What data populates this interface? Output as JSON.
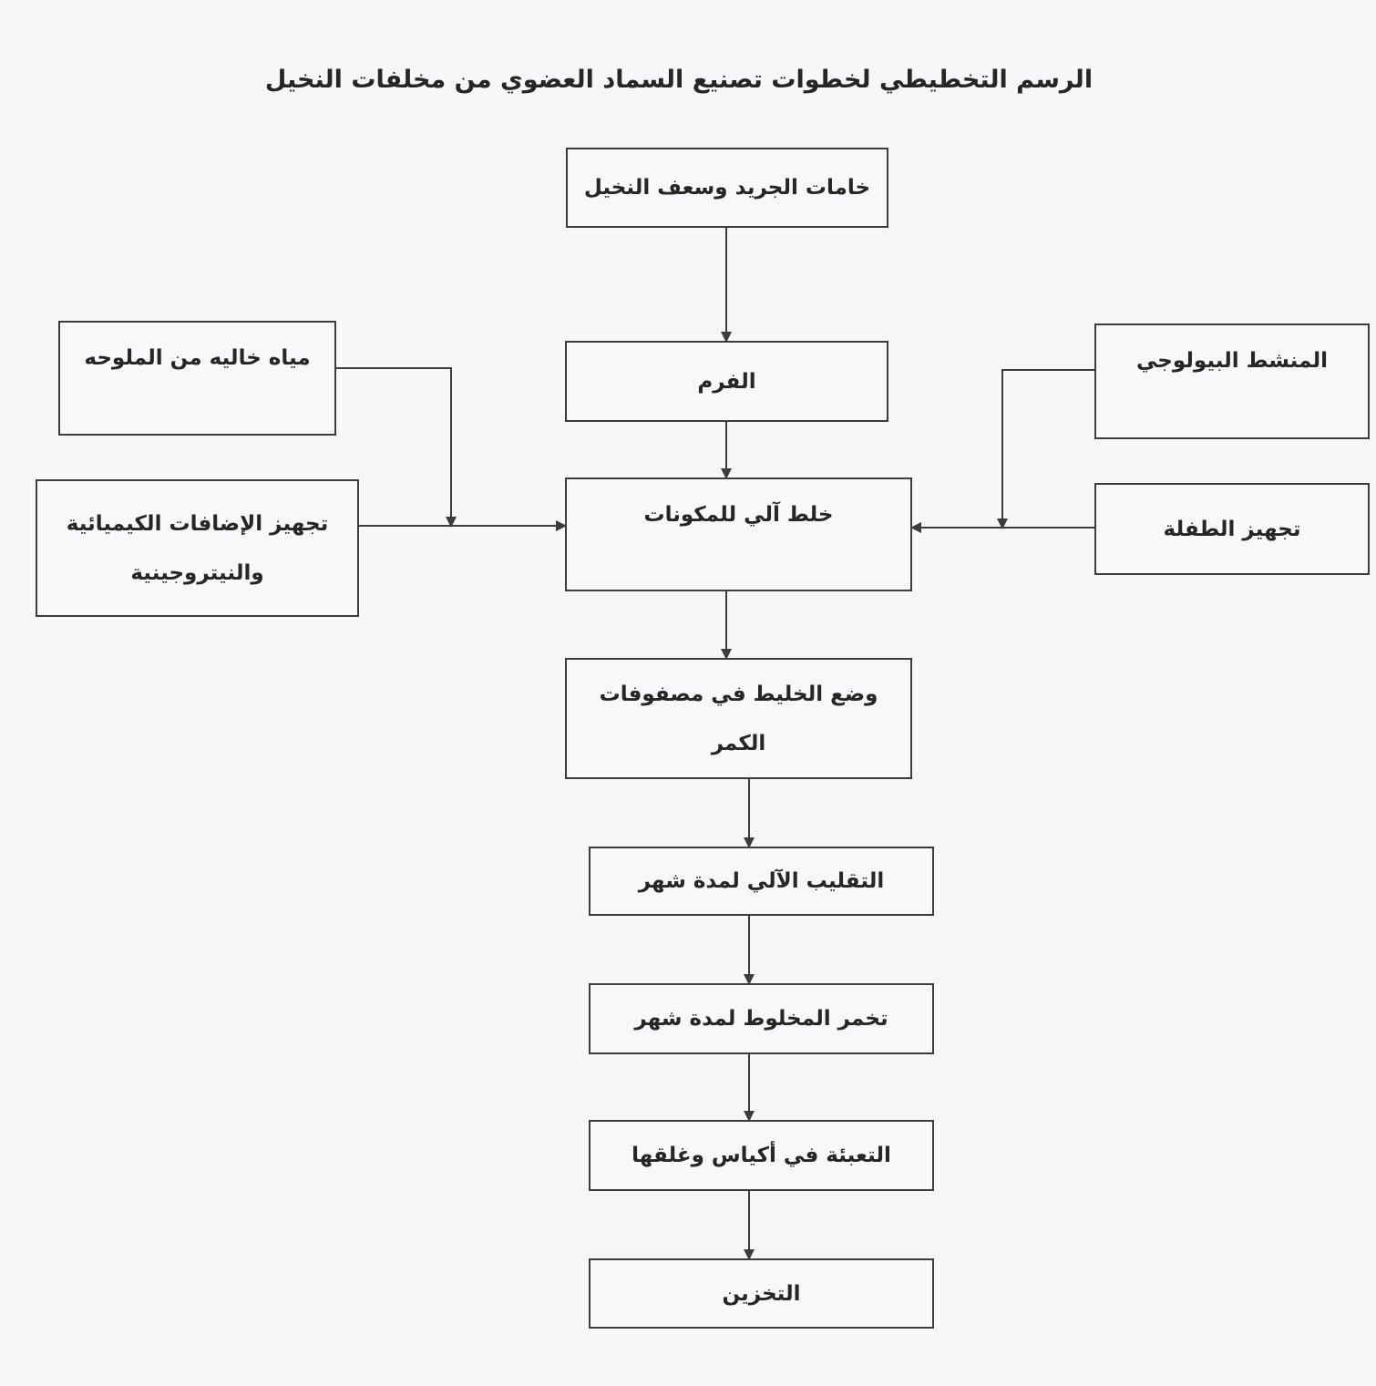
{
  "title": "الرسم التخطيطي لخطوات تصنيع السماد العضوي من مخلفات النخيل",
  "colors": {
    "line": "#3c3c3c",
    "text": "#262626",
    "paper": "#f7f7f9"
  },
  "nodes": {
    "raw_materials": "خامات الجريد وسعف النخيل",
    "grinding": "الفرم",
    "mixing": "خلط آلي للمكونات",
    "piles": "وضع الخليط في مصفوفات الكمر",
    "turning": "التقليب الآلي لمدة شهر",
    "fermentation": "تخمر المخلوط لمدة شهر",
    "packing": "التعبئة في أكياس وغلقها",
    "storage": "التخزين",
    "salt_free_water": "مياه خاليه من الملوحه",
    "chemical_additives": "تجهيز الإضافات الكيميائية والنيتروجينية",
    "biological_activator": "المنشط البيولوجي",
    "inoculum": "تجهيز الطفلة"
  },
  "edges": [
    {
      "from": "raw_materials",
      "to": "grinding"
    },
    {
      "from": "grinding",
      "to": "mixing"
    },
    {
      "from": "mixing",
      "to": "piles"
    },
    {
      "from": "piles",
      "to": "turning"
    },
    {
      "from": "turning",
      "to": "fermentation"
    },
    {
      "from": "fermentation",
      "to": "packing"
    },
    {
      "from": "packing",
      "to": "storage"
    },
    {
      "from": "salt_free_water",
      "to": "mixing"
    },
    {
      "from": "chemical_additives",
      "to": "mixing"
    },
    {
      "from": "biological_activator",
      "to": "mixing"
    },
    {
      "from": "inoculum",
      "to": "mixing"
    }
  ]
}
